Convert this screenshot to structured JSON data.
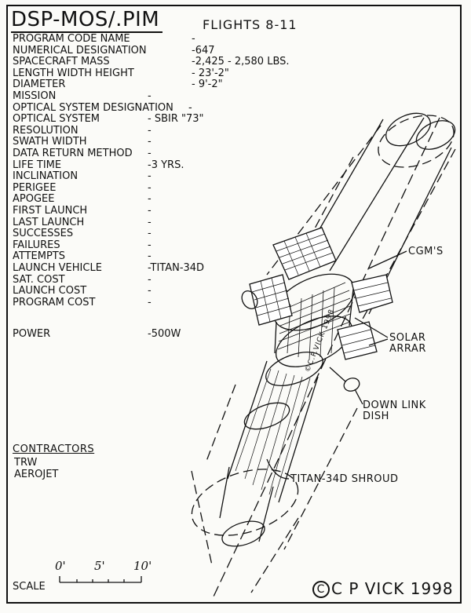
{
  "header": {
    "title": "DSP-MOS/.PIM",
    "flights": "FLIGHTS 8-11"
  },
  "specs": [
    {
      "label": "PROGRAM CODE NAME",
      "value": "-"
    },
    {
      "label": "NUMERICAL DESIGNATION",
      "value": "-647"
    },
    {
      "label": "SPACECRAFT MASS",
      "value": "-2,425 - 2,580 LBS."
    },
    {
      "label": "LENGTH WIDTH HEIGHT",
      "value": "- 23'-2\""
    },
    {
      "label": "DIAMETER",
      "value": "- 9'-2\""
    },
    {
      "label": "MISSION",
      "value": "-"
    },
    {
      "label": "OPTICAL SYSTEM DESIGNATION",
      "value": "-"
    },
    {
      "label": "OPTICAL SYSTEM",
      "value": "- SBIR \"73\""
    },
    {
      "label": "RESOLUTION",
      "value": "-"
    },
    {
      "label": "SWATH WIDTH",
      "value": "-"
    },
    {
      "label": "DATA RETURN METHOD",
      "value": "-"
    },
    {
      "label": "LIFE TIME",
      "value": "-3 YRS."
    },
    {
      "label": "INCLINATION",
      "value": "-"
    },
    {
      "label": "PERIGEE",
      "value": "-"
    },
    {
      "label": "APOGEE",
      "value": "-"
    },
    {
      "label": "FIRST LAUNCH",
      "value": "-"
    },
    {
      "label": "LAST LAUNCH",
      "value": "-"
    },
    {
      "label": "SUCCESSES",
      "value": "-"
    },
    {
      "label": "FAILURES",
      "value": "-"
    },
    {
      "label": "ATTEMPTS",
      "value": "-"
    },
    {
      "label": "LAUNCH VEHICLE",
      "value": "-TITAN-34D"
    },
    {
      "label": "SAT. COST",
      "value": "-"
    },
    {
      "label": "LAUNCH COST",
      "value": "-"
    },
    {
      "label": "PROGRAM COST",
      "value": "-"
    }
  ],
  "power": {
    "label": "POWER",
    "value": "-500W"
  },
  "contractors": {
    "heading": "CONTRACTORS",
    "items": [
      "TRW",
      "AEROJET"
    ]
  },
  "callouts": {
    "cgms": "CGM'S",
    "solar_line1": "SOLAR",
    "solar_line2": "ARRAR",
    "dish_line1": "DOWN LINK",
    "dish_line2": "DISH",
    "shroud": "TITAN-34D SHROUD"
  },
  "scale": {
    "label": "SCALE",
    "ticks": [
      "0'",
      "5'",
      "10'"
    ]
  },
  "drawing_signature": "©C.P.VICK 1998",
  "copyright": {
    "symbol": "C",
    "text": "C P VICK 1998"
  }
}
